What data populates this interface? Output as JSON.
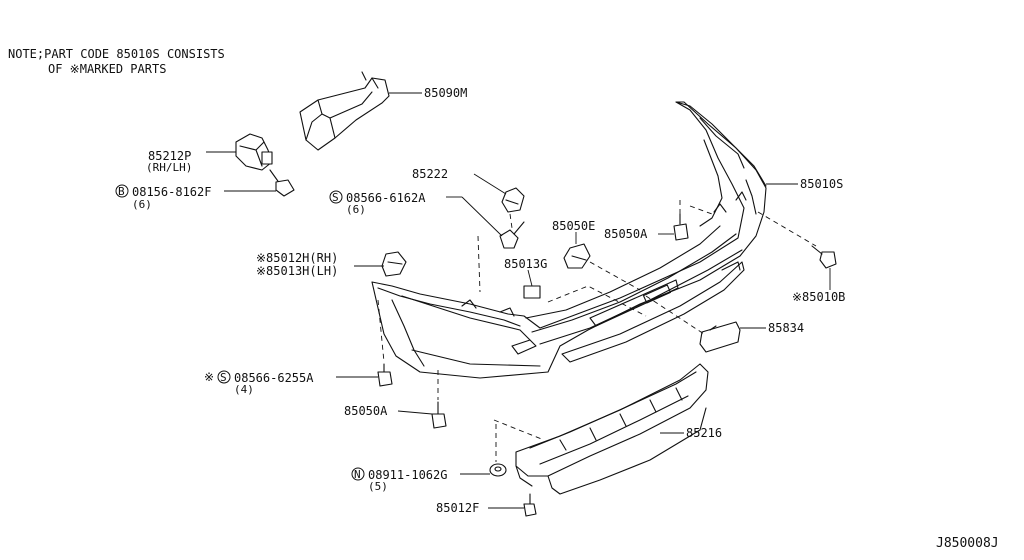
{
  "note": {
    "line1": "NOTE;PART CODE 85010S CONSISTS",
    "line2": "OF ※MARKED PARTS"
  },
  "diagram_id": "J850008J",
  "labels": {
    "p85090M": "85090M",
    "p85212P": "85212P",
    "p85212P_sub": "(RH/LH)",
    "p08156": "08156-8162F",
    "p08156_qty": "(6)",
    "p08156_prefix": "B",
    "p85222": "85222",
    "p08566a": "08566-6162A",
    "p08566a_qty": "(6)",
    "p08566a_prefix": "S",
    "p85010S": "85010S",
    "p85050E": "85050E",
    "p85050A_top": "85050A",
    "p85012H": "※85012H(RH)",
    "p85013H": "※85013H(LH)",
    "p85013G": "85013G",
    "p85010B": "※85010B",
    "p85834": "85834",
    "p08566b_star": "※",
    "p08566b": "08566-6255A",
    "p08566b_qty": "(4)",
    "p08566b_prefix": "S",
    "p85050A_bot": "85050A",
    "p85216": "85216",
    "p08911": "08911-1062G",
    "p08911_qty": "(5)",
    "p08911_prefix": "N",
    "p85012F": "85012F"
  }
}
